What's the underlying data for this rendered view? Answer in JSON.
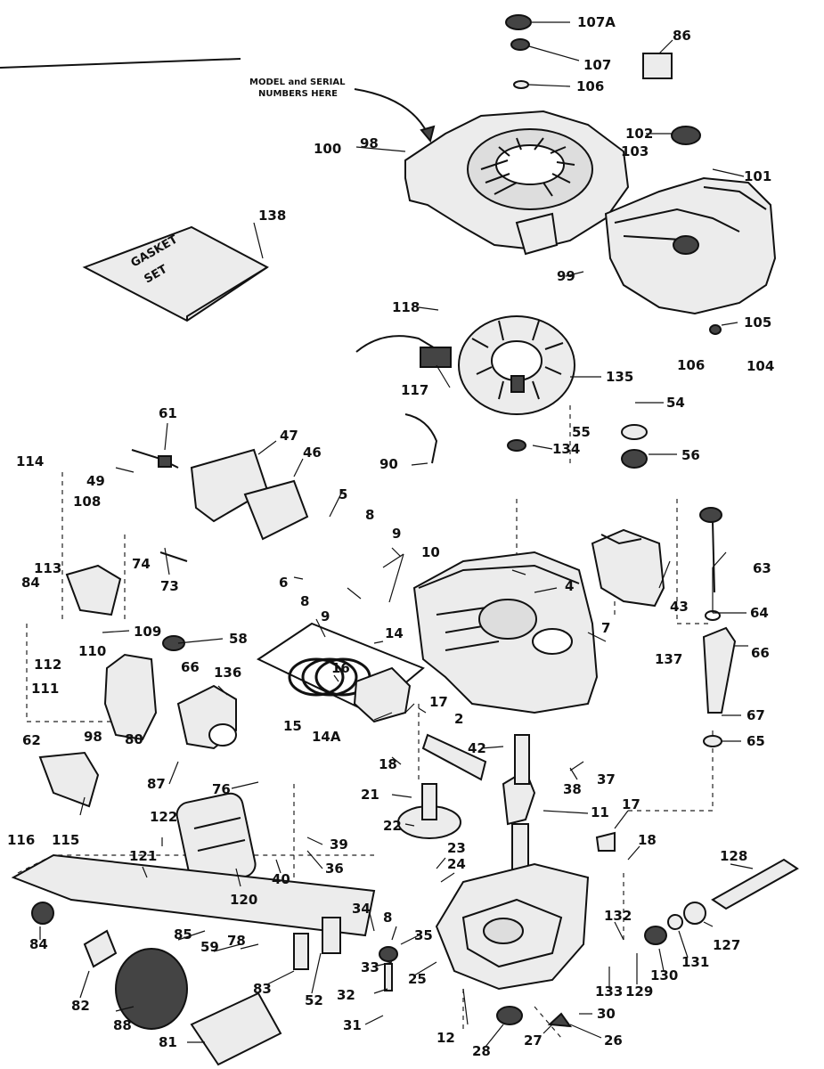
{
  "diagram": {
    "note": "MODEL and SERIAL NUMBERS HERE",
    "note_lines": [
      "MODEL and SERIAL",
      "NUMBERS HERE"
    ],
    "gasket_box_text": [
      "GASKET",
      "SET"
    ],
    "labels": {
      "l107A": "107A",
      "l107": "107",
      "l106a": "106",
      "l86": "86",
      "l100": "100",
      "l98": "98",
      "l102": "102",
      "l103": "103",
      "l101": "101",
      "l138": "138",
      "l99": "99",
      "l105a": "105",
      "l118": "118",
      "l106b": "106",
      "l104": "104",
      "l117": "117",
      "l135": "135",
      "l54": "54",
      "l61": "61",
      "l47": "47",
      "l46": "46",
      "l55": "55",
      "l114": "114",
      "l49": "49",
      "l90": "90",
      "l134": "134",
      "l56": "56",
      "l108a": "108",
      "l5": "5",
      "l8a": "8",
      "l9a": "9",
      "l10": "10",
      "l74": "74",
      "l73": "73",
      "l63": "63",
      "l113": "113",
      "l84a": "84",
      "l6": "6",
      "l8b": "8",
      "l4": "4",
      "l43": "43",
      "l64": "64",
      "l109": "109",
      "l58": "58",
      "l9b": "9",
      "l14": "14",
      "l112": "112",
      "l110": "110",
      "l7": "7",
      "l137": "137",
      "l66": "66",
      "l136": "136",
      "l16": "16",
      "l111": "111",
      "l17a": "17",
      "l67": "67",
      "l15": "15",
      "l2": "2",
      "l62": "62",
      "l98b": "98",
      "l80": "80",
      "l14A": "14A",
      "l42": "42",
      "l65": "65",
      "l18a": "18",
      "l37": "37",
      "l87": "87",
      "l38": "38",
      "l76": "76",
      "l21": "21",
      "l11": "11",
      "l17b": "17",
      "l116": "116",
      "l115": "115",
      "l122": "122",
      "l22": "22",
      "l39": "39",
      "l18b": "18",
      "l23": "23",
      "l36": "36",
      "l121": "121",
      "l24": "24",
      "l128": "128",
      "l40": "40",
      "l120": "120",
      "l34": "34",
      "l8c": "8",
      "l85": "85",
      "l132": "132",
      "l35": "35",
      "l78": "78",
      "l59": "59",
      "l127": "127",
      "l84b": "84",
      "l33": "33",
      "l130": "130",
      "l131": "131",
      "l82": "82",
      "l83": "83",
      "l52": "52",
      "l32": "32",
      "l25": "25",
      "l133": "133",
      "l129": "129",
      "l12": "12",
      "l31": "31",
      "l30": "30",
      "l88": "88",
      "l27": "27",
      "l26": "26",
      "l81": "81",
      "l28": "28"
    }
  }
}
